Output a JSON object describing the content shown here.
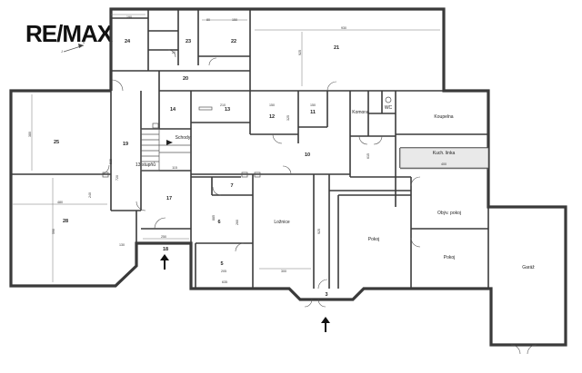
{
  "brand": {
    "name": "RE/MAX"
  },
  "compass": {
    "labels": [
      "J",
      "S"
    ]
  },
  "rooms": [
    {
      "id": "r24",
      "label": "24"
    },
    {
      "id": "r23",
      "label": "23"
    },
    {
      "id": "r22",
      "label": "22"
    },
    {
      "id": "r21",
      "label": "21"
    },
    {
      "id": "r20",
      "label": "20"
    },
    {
      "id": "r25",
      "label": "25"
    },
    {
      "id": "r19",
      "label": "19"
    },
    {
      "id": "r14",
      "label": "14"
    },
    {
      "id": "r13",
      "label": "13"
    },
    {
      "id": "r12",
      "label": "12"
    },
    {
      "id": "r11",
      "label": "11"
    },
    {
      "id": "r10",
      "label": "10"
    },
    {
      "id": "komora",
      "label": "Komora"
    },
    {
      "id": "wc",
      "label": "WC"
    },
    {
      "id": "koupelna",
      "label": "Koupelna"
    },
    {
      "id": "kuch",
      "label": "Kuch. linka"
    },
    {
      "id": "obyv",
      "label": "Obýv. pokoj"
    },
    {
      "id": "r28",
      "label": "28"
    },
    {
      "id": "schody",
      "label": "Schody"
    },
    {
      "id": "stupne",
      "label": "13 stupňů"
    },
    {
      "id": "r17",
      "label": "17"
    },
    {
      "id": "r7",
      "label": "7"
    },
    {
      "id": "r6",
      "label": "6"
    },
    {
      "id": "r5",
      "label": "5"
    },
    {
      "id": "loznice",
      "label": "Ložnice"
    },
    {
      "id": "pokoj1",
      "label": "Pokoj"
    },
    {
      "id": "pokoj2",
      "label": "Pokoj"
    },
    {
      "id": "garaz",
      "label": "Garáž"
    },
    {
      "id": "r18",
      "label": "18"
    },
    {
      "id": "r3",
      "label": "3"
    }
  ],
  "dimensions": [
    "190",
    "80",
    "150",
    "930",
    "925",
    "20",
    "380",
    "585",
    "210",
    "150",
    "325",
    "150",
    "400",
    "480",
    "250",
    "240",
    "115",
    "720",
    "590",
    "885",
    "260",
    "300",
    "205",
    "925",
    "130",
    "635",
    "615"
  ]
}
